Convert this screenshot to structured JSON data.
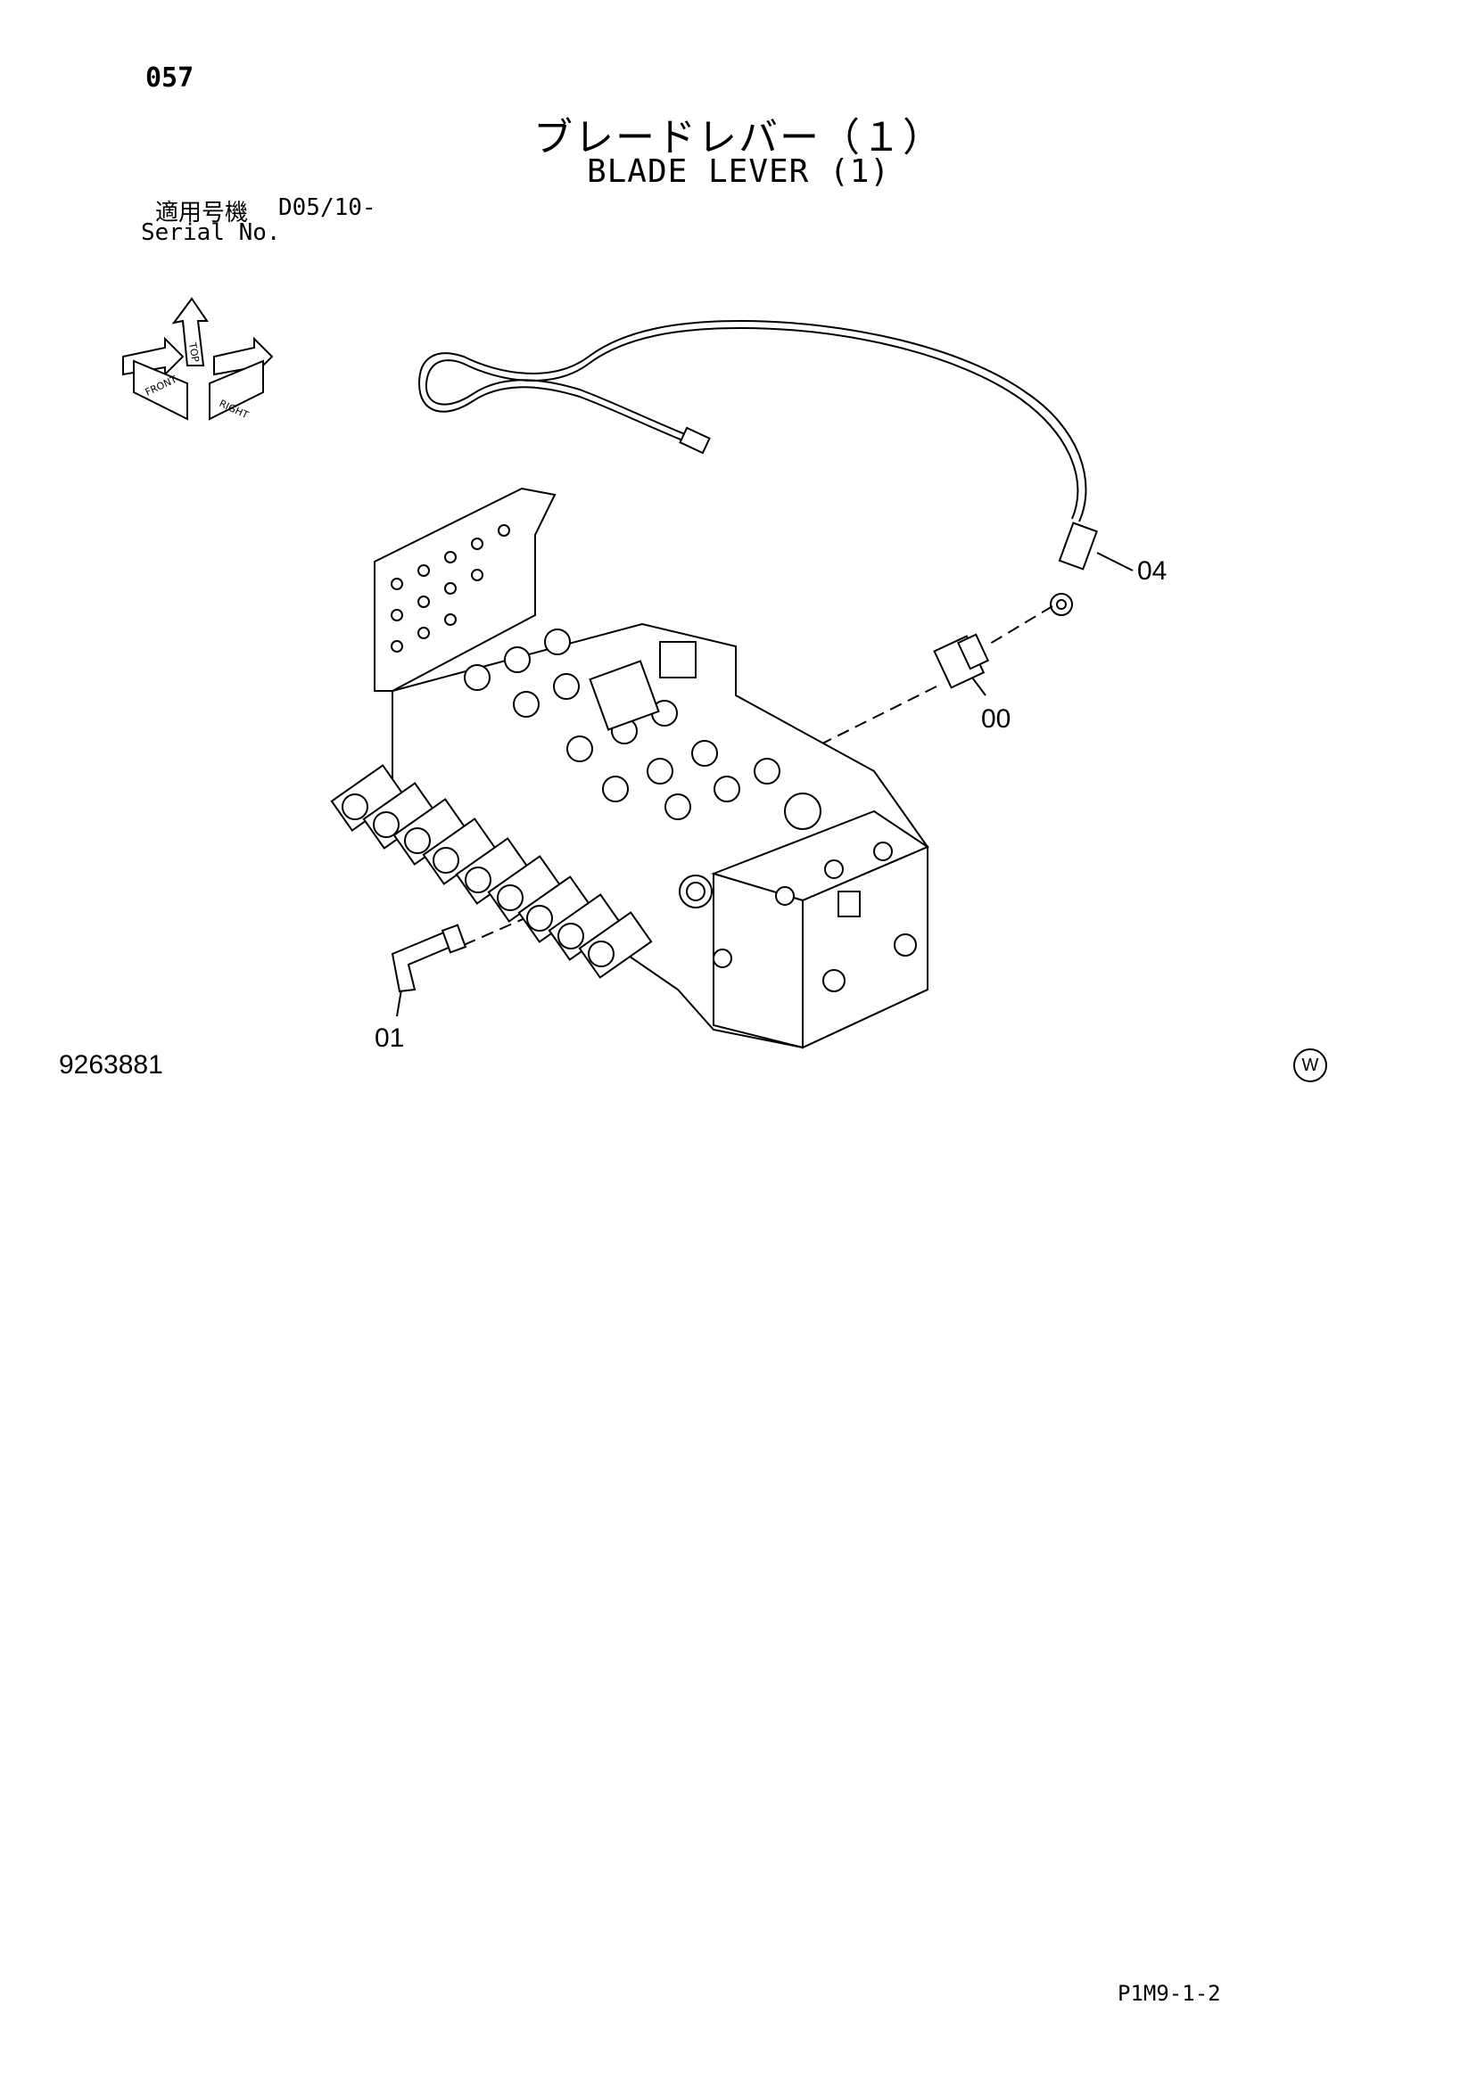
{
  "header": {
    "page_number": "057",
    "title_jp": "ブレードレバー（１）",
    "title_en": "BLADE LEVER (1)"
  },
  "serial": {
    "label_jp": "適用号機",
    "value": "D05/10-",
    "label_en": "Serial No."
  },
  "orientation_icon": {
    "icon": "direction-arrows-icon",
    "labels": [
      "FRONT",
      "TOP",
      "RIGHT"
    ]
  },
  "callouts": [
    {
      "id": "04"
    },
    {
      "id": "00"
    },
    {
      "id": "01"
    }
  ],
  "footer": {
    "drawing_number": "9263881",
    "mark": "W",
    "page_code": "P1M9-1-2"
  }
}
